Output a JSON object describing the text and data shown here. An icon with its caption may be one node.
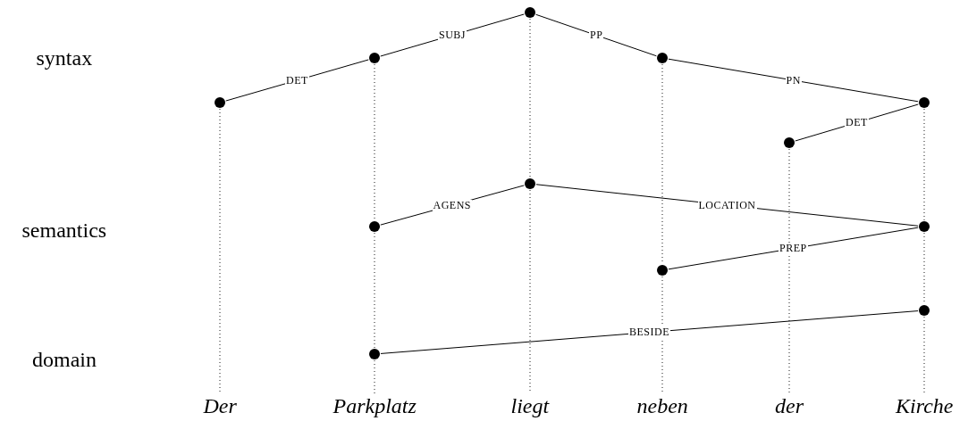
{
  "diagram": {
    "nodes": [
      {
        "text": [],
        "shape": "circle"
      },
      {
        "text": [],
        "shape": "circle"
      },
      {
        "text": [],
        "shape": "circle"
      },
      {
        "text": [],
        "shape": "circle"
      },
      {
        "text": [],
        "shape": "circle"
      },
      {
        "text": [],
        "shape": "circle"
      },
      {
        "text": [],
        "shape": "circle"
      },
      {
        "text": [],
        "shape": "circle"
      },
      {
        "text": [],
        "shape": "circle"
      },
      {
        "text": [],
        "shape": "circle"
      },
      {
        "text": [],
        "shape": "circle"
      },
      {
        "text": [],
        "shape": "circle"
      },
      {
        "text": [
          "Der"
        ]
      },
      {
        "text": [
          "Parkplatz"
        ]
      },
      {
        "text": [
          "liegt"
        ]
      },
      {
        "text": [
          "neben"
        ]
      },
      {
        "text": [
          "der"
        ]
      },
      {
        "text": [
          "Kirche"
        ]
      }
    ],
    "edges": [
      {
        "from": 0,
        "to": 1,
        "arrow": "none",
        "label": "SUBJ"
      },
      {
        "from": 0,
        "to": 2,
        "arrow": "none",
        "label": "PP"
      },
      {
        "from": 1,
        "to": 3,
        "arrow": "none",
        "label": "DET"
      },
      {
        "from": 2,
        "to": 4,
        "arrow": "none",
        "label": "PN"
      },
      {
        "from": 4,
        "to": 5,
        "arrow": "none",
        "label": "DET"
      },
      {
        "from": 6,
        "to": 7,
        "arrow": "none",
        "label": "AGENS"
      },
      {
        "from": 6,
        "to": 8,
        "arrow": "none",
        "label": "LOCATION"
      },
      {
        "from": 8,
        "to": 9,
        "arrow": "none",
        "label": "PREP"
      },
      {
        "from": 10,
        "to": 11,
        "arrow": "none",
        "label": "BESIDE"
      },
      {
        "from": 3,
        "to": 12,
        "arrow": "none",
        "style": "dashed"
      },
      {
        "from": 1,
        "to": 7,
        "arrow": "none",
        "style": "dashed"
      },
      {
        "from": 7,
        "to": 11,
        "arrow": "none",
        "style": "dashed"
      },
      {
        "from": 11,
        "to": 13,
        "arrow": "none",
        "style": "dashed"
      },
      {
        "from": 0,
        "to": 6,
        "arrow": "none",
        "style": "dashed"
      },
      {
        "from": 6,
        "to": 14,
        "arrow": "none",
        "style": "dashed"
      },
      {
        "from": 2,
        "to": 9,
        "arrow": "none",
        "style": "dashed"
      },
      {
        "from": 9,
        "to": 15,
        "arrow": "none",
        "style": "dashed"
      },
      {
        "from": 5,
        "to": 16,
        "arrow": "none",
        "style": "dashed"
      },
      {
        "from": 4,
        "to": 8,
        "arrow": "none",
        "style": "dashed"
      },
      {
        "from": 8,
        "to": 10,
        "arrow": "none",
        "style": "dashed"
      },
      {
        "from": 10,
        "to": 17,
        "arrow": "none",
        "style": "dashed"
      }
    ],
    "labels": [
      "syntax",
      "semantics",
      "domain"
    ]
  }
}
